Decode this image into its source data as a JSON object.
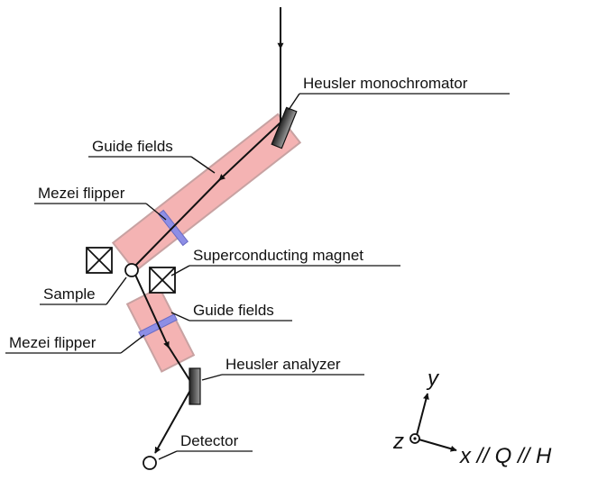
{
  "labels": {
    "heusler_monochromator": "Heusler monochromator",
    "guide_fields_upper": "Guide fields",
    "mezei_flipper_upper": "Mezei flipper",
    "superconducting_magnet": "Superconducting magnet",
    "sample": "Sample",
    "guide_fields_lower": "Guide fields",
    "mezei_flipper_lower": "Mezei flipper",
    "heusler_analyzer": "Heusler analyzer",
    "detector": "Detector"
  },
  "axes": {
    "y": "y",
    "z": "z",
    "x": "x // Q // H"
  },
  "colors": {
    "guide_field_fill": "#f4b3b3",
    "guide_field_stroke": "#c8a2a2",
    "flipper_fill": "#8d8ee6",
    "flipper_stroke": "#6b6cc4",
    "crystal_dark": "#222222",
    "crystal_light": "#9a9a9a"
  }
}
